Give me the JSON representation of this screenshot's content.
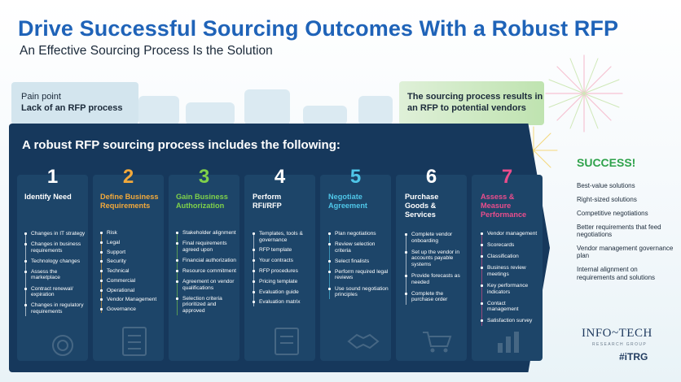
{
  "header": {
    "title": "Drive Successful Sourcing Outcomes With a Robust RFP",
    "subtitle": "An Effective Sourcing Process Is the Solution"
  },
  "pain_point": {
    "label": "Pain point",
    "text": "Lack of an RFP process"
  },
  "result": {
    "text": "The sourcing process results in an RFP to potential vendors"
  },
  "main": {
    "heading": "A robust RFP sourcing process includes the following:"
  },
  "steps": [
    {
      "number": "1",
      "title": "Identify Need",
      "color": "#ffffff",
      "items": [
        "Changes in IT strategy",
        "Changes in business requirements",
        "Technology changes",
        "Assess the marketplace",
        "Contract renewal/ expiration",
        "Changes in regulatory requirements"
      ]
    },
    {
      "number": "2",
      "title": "Define Business Requirements",
      "color": "#f2a93b",
      "items": [
        "Risk",
        "Legal",
        "Support",
        "Security",
        "Technical",
        "Commercial",
        "Operational",
        "Vendor Management",
        "Governance"
      ]
    },
    {
      "number": "3",
      "title": "Gain Business Authorization",
      "color": "#7fd14a",
      "items": [
        "Stakeholder alignment",
        "Final requirements agreed upon",
        "Financial authorization",
        "Resource commitment",
        "Agreement on vendor qualifications",
        "Selection criteria prioritized and approved"
      ]
    },
    {
      "number": "4",
      "title": "Perform RFI/RFP",
      "color": "#ffffff",
      "items": [
        "Templates, tools & governance",
        "RFP template",
        "Your contracts",
        "RFP procedures",
        "Pricing template",
        "Evaluation guide",
        "Evaluation matrix"
      ]
    },
    {
      "number": "5",
      "title": "Negotiate Agreement",
      "color": "#4fc6e8",
      "items": [
        "Plan negotiations",
        "Review selection criteria",
        "Select finalists",
        "Perform required legal reviews",
        "Use sound negotiation principles"
      ]
    },
    {
      "number": "6",
      "title": "Purchase Goods & Services",
      "color": "#ffffff",
      "items": [
        "Complete vendor onboarding",
        "Set up the vendor in accounts payable systems",
        "Provide forecasts as needed",
        "Complete the purchase order"
      ]
    },
    {
      "number": "7",
      "title": "Assess & Measure Performance",
      "color": "#ea4d8c",
      "items": [
        "Vendor management",
        "Scorecards",
        "Classification",
        "Business review meetings",
        "Key performance indicators",
        "Contact management",
        "Satisfaction survey"
      ]
    }
  ],
  "success": {
    "title": "SUCCESS!",
    "items": [
      "Best-value solutions",
      "Right-sized solutions",
      "Competitive negotiations",
      "Better requirements that feed negotiations",
      "Vendor management governance plan",
      "Internal alignment on requirements and solutions"
    ]
  },
  "brand": {
    "name": "INFO~TECH",
    "tagline": "RESEARCH GROUP",
    "tag": "#iTRG"
  },
  "colors": {
    "title_blue": "#1f63b8",
    "panel_navy": "#16385c",
    "success_green": "#2fa24b"
  }
}
